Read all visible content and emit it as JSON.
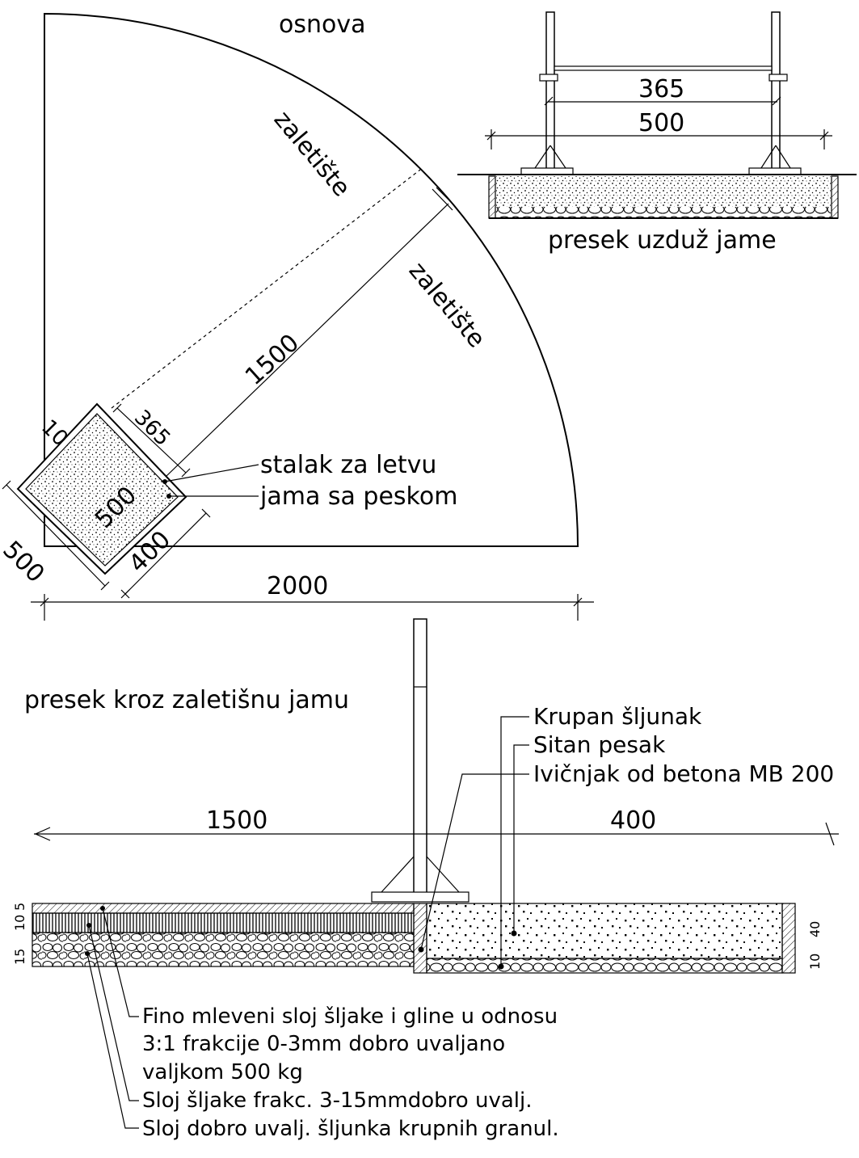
{
  "plan": {
    "title": "osnova",
    "runway_label_1": "zaletište",
    "runway_label_2": "zaletište",
    "dim_runway": "1500",
    "dim_pit_width": "365",
    "dim_pit_edge": "10",
    "dim_pit_inner": "500",
    "dim_pit_length": "400",
    "dim_pit_outer": "500",
    "dim_total": "2000",
    "callout_stand": "stalak za letvu",
    "callout_pit": "jama sa peskom"
  },
  "long_section": {
    "dim_inner": "365",
    "dim_outer": "500",
    "title": "presek uzduž jame"
  },
  "cross_section": {
    "title": "presek kroz zaletišnu jamu",
    "dim_runway": "1500",
    "dim_pit": "400",
    "callout_gravel": "Krupan šljunak",
    "callout_sand": "Sitan pesak",
    "callout_curb": "Ivičnjak od betona MB 200",
    "left_layers": {
      "l1": "5",
      "l2": "10",
      "l3": "15"
    },
    "right_layers": {
      "l1": "40",
      "l2": "10"
    },
    "note_1_line_1": "Fino mleveni sloj šljake i gline u odnosu",
    "note_1_line_2": "3:1 frakcije 0-3mm dobro uvaljano",
    "note_1_line_3": "valjkom 500 kg",
    "note_2": "Sloj šljake frakc. 3-15mmdobro uvalj.",
    "note_3": "Sloj dobro uvalj. šljunka krupnih granul."
  }
}
